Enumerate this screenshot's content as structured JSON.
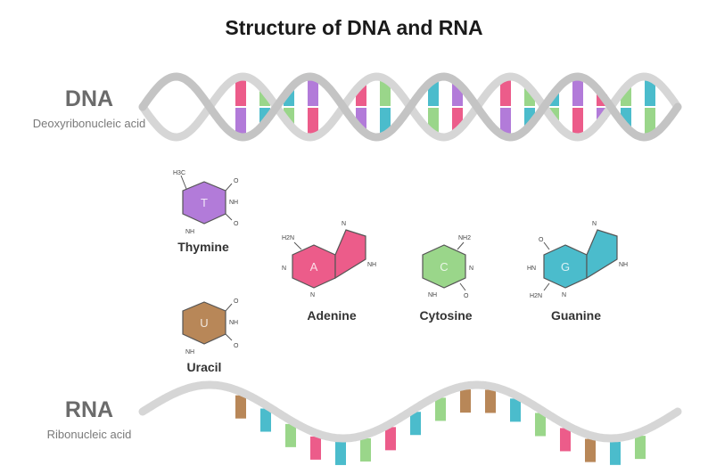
{
  "title": "Structure of DNA and RNA",
  "dna": {
    "label": "DNA",
    "subtitle": "Deoxyribonucleic acid"
  },
  "rna": {
    "label": "RNA",
    "subtitle": "Ribonucleic acid"
  },
  "colors": {
    "thymine": "#b27bd9",
    "adenine": "#ec5c8a",
    "cytosine": "#9ad68a",
    "guanine": "#4bbccc",
    "uracil": "#b88758",
    "backbone": "#d6d6d6"
  },
  "bases": {
    "thymine": {
      "name": "Thymine",
      "letter": "T",
      "groups": [
        "H3C",
        "O",
        "NH",
        "NH",
        "O"
      ]
    },
    "uracil": {
      "name": "Uracil",
      "letter": "U",
      "groups": [
        "O",
        "NH",
        "NH",
        "O"
      ]
    },
    "adenine": {
      "name": "Adenine",
      "letter": "A",
      "groups": [
        "H2N",
        "N",
        "N",
        "N",
        "NH"
      ]
    },
    "cytosine": {
      "name": "Cytosine",
      "letter": "C",
      "groups": [
        "NH2",
        "N",
        "NH",
        "O"
      ]
    },
    "guanine": {
      "name": "Guanine",
      "letter": "G",
      "groups": [
        "O",
        "HN",
        "H2N",
        "N",
        "N",
        "NH"
      ]
    }
  }
}
